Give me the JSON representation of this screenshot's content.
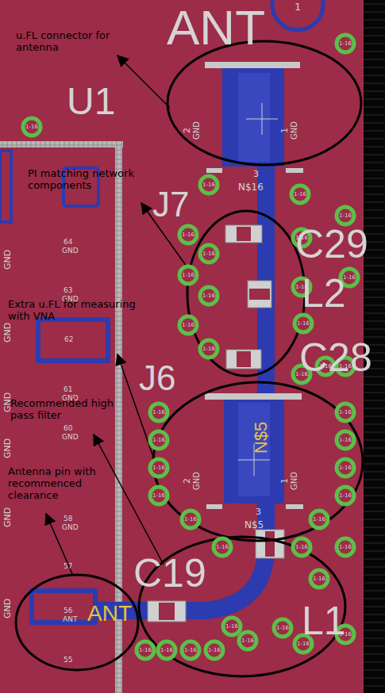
{
  "diagram": {
    "labels": [
      "ANT",
      "1",
      "u.FL connector for antenna",
      "U1",
      "2",
      "GND",
      "1",
      "GND",
      "3",
      "N$16",
      "PI matching network components",
      "J7",
      "C29",
      "64",
      "GND",
      "63",
      "GND",
      "Extra u.FL for measuring with VNA",
      "L2",
      "62",
      "C28",
      "J6",
      "61",
      "GND",
      "Recommended high pass filter",
      "N$5",
      "60",
      "GND",
      "2",
      "GND",
      "1",
      "GND",
      "Antenna pin with recommenced clearance",
      "58",
      "GND",
      "3",
      "N$5",
      "C19",
      "57",
      "L1",
      "56",
      "ANT",
      "ANT",
      "55",
      "GND",
      "GND",
      "GND",
      "GND",
      "GND",
      "GND",
      "1-16",
      "1-16",
      "1-16",
      "1-16",
      "1-16",
      "1-16",
      "1-16",
      "1-16",
      "1-16",
      "1-16",
      "1-16",
      "1-16",
      "1-16",
      "1-16",
      "1-16",
      "1-16",
      "1-16",
      "1-16",
      "1-16",
      "1-16",
      "1-16",
      "1-16",
      "1-16",
      "1-16",
      "1-16",
      "1-16",
      "1-16",
      "1-16",
      "1-16",
      "1-16",
      "1-16",
      "1-16",
      "1-16",
      "1-16",
      "1-16",
      "1-16",
      "1-16",
      "1-16",
      "1-16",
      "1-16",
      "1-16"
    ]
  }
}
